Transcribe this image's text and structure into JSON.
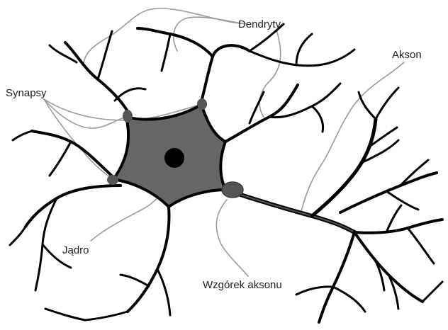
{
  "labels": {
    "dendrites": "Dendryty",
    "axon": "Akson",
    "synapses": "Synapsy",
    "nucleus": "Jądro",
    "axon_hillock": "Wzgórek aksonu"
  },
  "colors": {
    "soma_fill": "#666666",
    "outline": "#000000",
    "leader_line": "#999999",
    "nucleus": "#000000",
    "synapse": "#555555",
    "background": "#ffffff"
  }
}
